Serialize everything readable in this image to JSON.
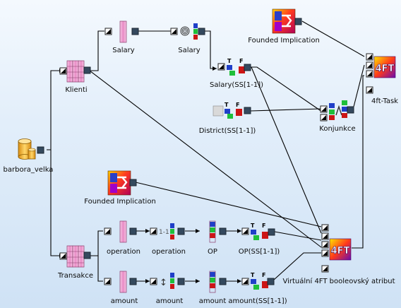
{
  "nodes": {
    "barbora": {
      "label": "barbora_velka",
      "icon": "database-icon"
    },
    "klienti": {
      "label": "Klienti",
      "icon": "table-icon"
    },
    "transakce": {
      "label": "Transakce",
      "icon": "table-icon"
    },
    "salary_col": {
      "label": "Salary",
      "icon": "column-icon"
    },
    "salary_attr": {
      "label": "Salary",
      "icon": "spiral-attribute-icon"
    },
    "salary_ss": {
      "label": "Salary(SS[1-1])",
      "icon": "tf-split-icon"
    },
    "district_ss": {
      "label": "District(SS[1-1])",
      "icon": "tf-split-icon"
    },
    "fi_top": {
      "label": "Founded Implication",
      "icon": "founded-implication-icon"
    },
    "fi_mid": {
      "label": "Founded Implication",
      "icon": "founded-implication-icon"
    },
    "konjunkce": {
      "label": "Konjunkce",
      "icon": "conjunction-icon"
    },
    "task": {
      "label": "4ft-Task",
      "icon": "4ft-task-icon"
    },
    "operation_col": {
      "label": "operation",
      "icon": "column-icon"
    },
    "operation_attr": {
      "label": "operation",
      "icon": "one-to-one-attribute-icon",
      "glyph": "1-1"
    },
    "op": {
      "label": "OP",
      "icon": "column-attribute-icon"
    },
    "op_ss": {
      "label": "OP(SS[1-1])",
      "icon": "tf-split-icon"
    },
    "amount_col": {
      "label": "amount",
      "icon": "column-icon"
    },
    "amount_attr": {
      "label": "amount",
      "icon": "interval-attribute-icon",
      "glyph": "↕"
    },
    "amount2": {
      "label": "amount",
      "icon": "column-attribute-icon"
    },
    "amount_ss": {
      "label": "amount(SS[1-1])",
      "icon": "tf-split-icon"
    },
    "virt": {
      "label": "Virtuální 4FT booleovský atribut",
      "icon": "4ft-virtual-icon"
    }
  },
  "tf_labels": {
    "t": "T",
    "f": "F"
  },
  "fourft_text": "4FT",
  "colors": {
    "wire": "#000000",
    "column_pink": "#f2a6d2",
    "db_gold": "#f0b030",
    "t_green": "#1fbf3a",
    "f_red": "#cc1515",
    "node_blue": "#1f3fc8"
  }
}
